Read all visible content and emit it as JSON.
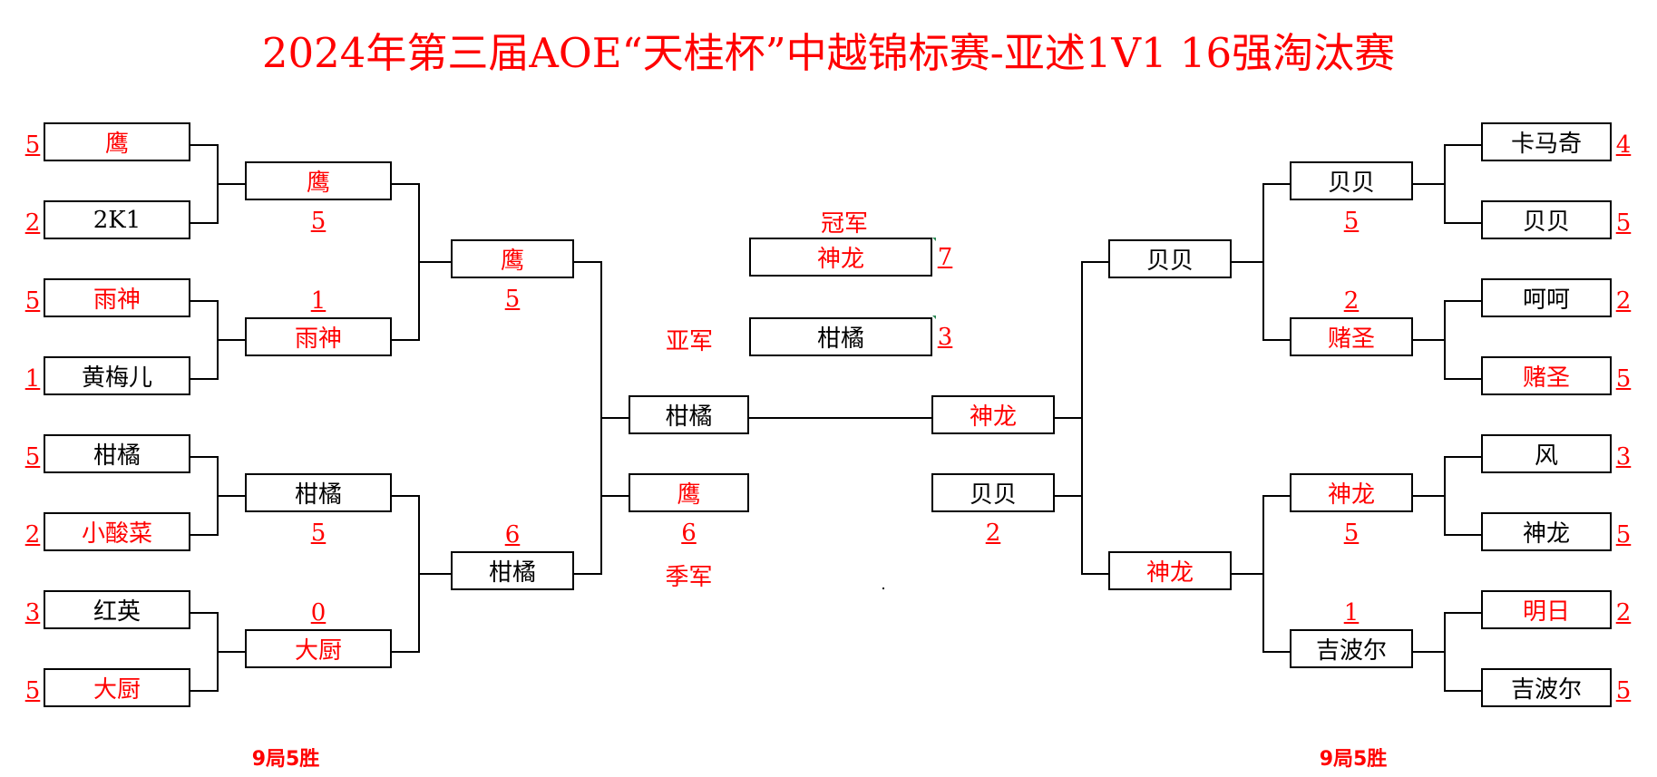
{
  "title": "2024年第三届AOE“天桂杯”中越锦标赛-亚述1V1 16强淘汰赛",
  "colors": {
    "winner": "#ff0000",
    "loser": "#000000",
    "line": "#000000"
  },
  "left": {
    "r1": [
      {
        "name": "鹰",
        "score": "5",
        "winner": true
      },
      {
        "name": "2K1",
        "score": "2",
        "winner": false
      },
      {
        "name": "雨神",
        "score": "5",
        "winner": true
      },
      {
        "name": "黄梅儿",
        "score": "1",
        "winner": false
      },
      {
        "name": "柑橘",
        "score": "5",
        "winner": false
      },
      {
        "name": "小酸菜",
        "score": "2",
        "winner": true
      },
      {
        "name": "红英",
        "score": "3",
        "winner": false
      },
      {
        "name": "大厨",
        "score": "5",
        "winner": true
      }
    ],
    "r2": [
      {
        "name": "鹰",
        "score": "5",
        "winner": true
      },
      {
        "name": "雨神",
        "score": "1",
        "winner": true
      },
      {
        "name": "柑橘",
        "score": "5",
        "winner": false
      },
      {
        "name": "大厨",
        "score": "0",
        "winner": true
      }
    ],
    "r3": [
      {
        "name": "鹰",
        "score": "5",
        "winner": true
      },
      {
        "name": "柑橘",
        "score": "6",
        "winner": false
      }
    ],
    "r4": [
      {
        "name": "柑橘",
        "winner": false
      },
      {
        "name": "鹰",
        "score": "6",
        "winner": true
      }
    ],
    "footer": "9局5胜"
  },
  "right": {
    "r1": [
      {
        "name": "卡马奇",
        "score": "4",
        "winner": false
      },
      {
        "name": "贝贝",
        "score": "5",
        "winner": false
      },
      {
        "name": "呵呵",
        "score": "2",
        "winner": false
      },
      {
        "name": "赌圣",
        "score": "5",
        "winner": true
      },
      {
        "name": "风",
        "score": "3",
        "winner": false
      },
      {
        "name": "神龙",
        "score": "5",
        "winner": false
      },
      {
        "name": "明日",
        "score": "2",
        "winner": true
      },
      {
        "name": "吉波尔",
        "score": "5",
        "winner": false
      }
    ],
    "r2": [
      {
        "name": "贝贝",
        "score": "5",
        "winner": false
      },
      {
        "name": "赌圣",
        "score": "2",
        "winner": true
      },
      {
        "name": "神龙",
        "score": "5",
        "winner": true
      },
      {
        "name": "吉波尔",
        "score": "1",
        "winner": false
      }
    ],
    "r3": [
      {
        "name": "贝贝",
        "winner": false
      },
      {
        "name": "神龙",
        "winner": true
      }
    ],
    "r4": [
      {
        "name": "神龙",
        "winner": true
      },
      {
        "name": "贝贝",
        "score": "2",
        "winner": false
      }
    ],
    "footer": "9局5胜"
  },
  "final": {
    "champion_label": "冠军",
    "champion": {
      "name": "神龙",
      "score": "7"
    },
    "runner_up_label": "亚军",
    "runner_up": {
      "name": "柑橘",
      "score": "3"
    },
    "third_label": "季军"
  }
}
